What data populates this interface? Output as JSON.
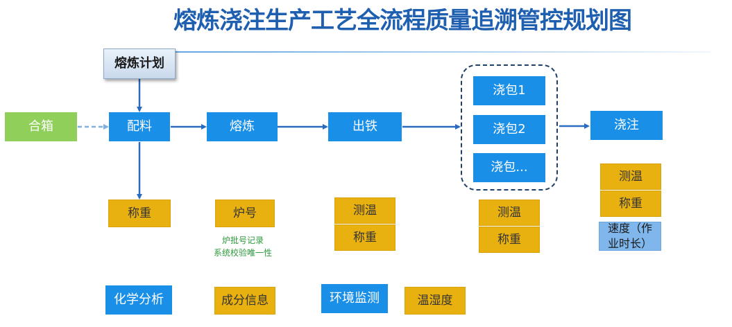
{
  "title": "熔炼浇注生产工艺全流程质量追溯管控规划图",
  "plan": "熔炼计划",
  "flow": {
    "hexiang": "合箱",
    "peiliao": "配料",
    "ronglian": "熔炼",
    "chutie": "出铁",
    "ladles": [
      "浇包1",
      "浇包2",
      "浇包..."
    ],
    "jiaozhu": "浇注"
  },
  "params": {
    "peiliao_weigh": "称重",
    "furnace_no": "炉号",
    "furnace_note": [
      "炉批号记录",
      "系统校验唯一性"
    ],
    "chutie": [
      "测温",
      "称重"
    ],
    "ladle": [
      "测温",
      "称重"
    ],
    "jiaozhu": [
      "测温",
      "称重"
    ],
    "speed": "速度（作业时长）"
  },
  "bottom": {
    "chem": "化学分析",
    "composition": "成分信息",
    "env": "环境监测",
    "humidity": "温湿度"
  }
}
